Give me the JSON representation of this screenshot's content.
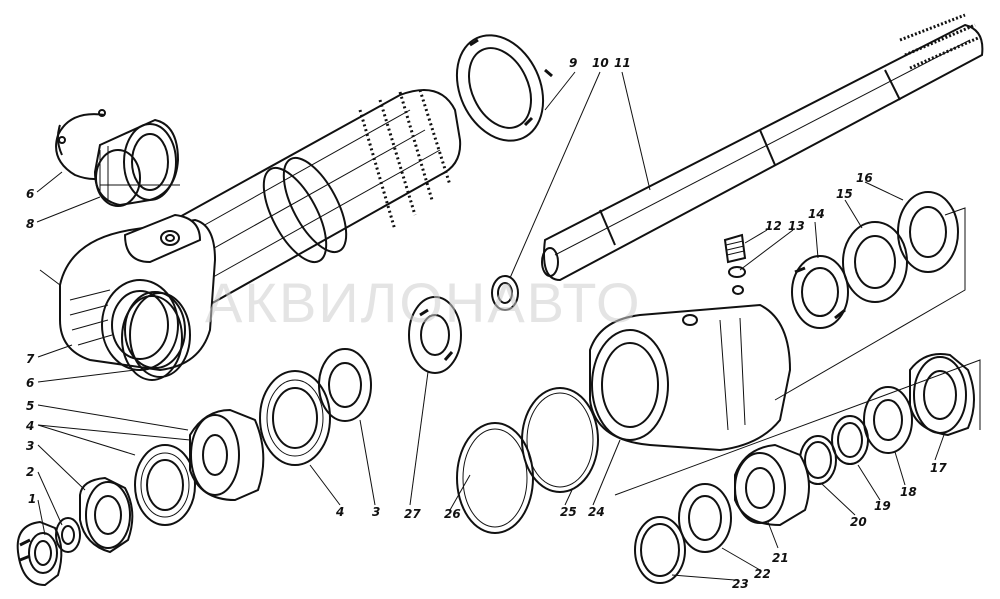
{
  "watermark": "АКВИЛОНАВТО",
  "callouts": [
    "1",
    "2",
    "3",
    "4",
    "5",
    "6",
    "7",
    "8",
    "9",
    "10",
    "11",
    "12",
    "13",
    "14",
    "15",
    "16",
    "17",
    "18",
    "19",
    "20",
    "21",
    "22",
    "23",
    "24",
    "25",
    "26",
    "27"
  ],
  "labels": [
    {
      "id": "l6a",
      "text": "6"
    },
    {
      "id": "l8",
      "text": "8"
    },
    {
      "id": "l7",
      "text": "7"
    },
    {
      "id": "l6b",
      "text": "6"
    },
    {
      "id": "l5",
      "text": "5"
    },
    {
      "id": "l4a",
      "text": "4"
    },
    {
      "id": "l3a",
      "text": "3"
    },
    {
      "id": "l2",
      "text": "2"
    },
    {
      "id": "l1",
      "text": "1"
    },
    {
      "id": "l4b",
      "text": "4"
    },
    {
      "id": "l3b",
      "text": "3"
    },
    {
      "id": "l27",
      "text": "27"
    },
    {
      "id": "l26",
      "text": "26"
    },
    {
      "id": "l25",
      "text": "25"
    },
    {
      "id": "l24",
      "text": "24"
    },
    {
      "id": "l9",
      "text": "9"
    },
    {
      "id": "l10",
      "text": "10"
    },
    {
      "id": "l11",
      "text": "11"
    },
    {
      "id": "l12",
      "text": "12"
    },
    {
      "id": "l13",
      "text": "13"
    },
    {
      "id": "l14",
      "text": "14"
    },
    {
      "id": "l15",
      "text": "15"
    },
    {
      "id": "l16",
      "text": "16"
    },
    {
      "id": "l17",
      "text": "17"
    },
    {
      "id": "l18",
      "text": "18"
    },
    {
      "id": "l19",
      "text": "19"
    },
    {
      "id": "l20",
      "text": "20"
    },
    {
      "id": "l21",
      "text": "21"
    },
    {
      "id": "l22",
      "text": "22"
    },
    {
      "id": "l23",
      "text": "23"
    }
  ]
}
